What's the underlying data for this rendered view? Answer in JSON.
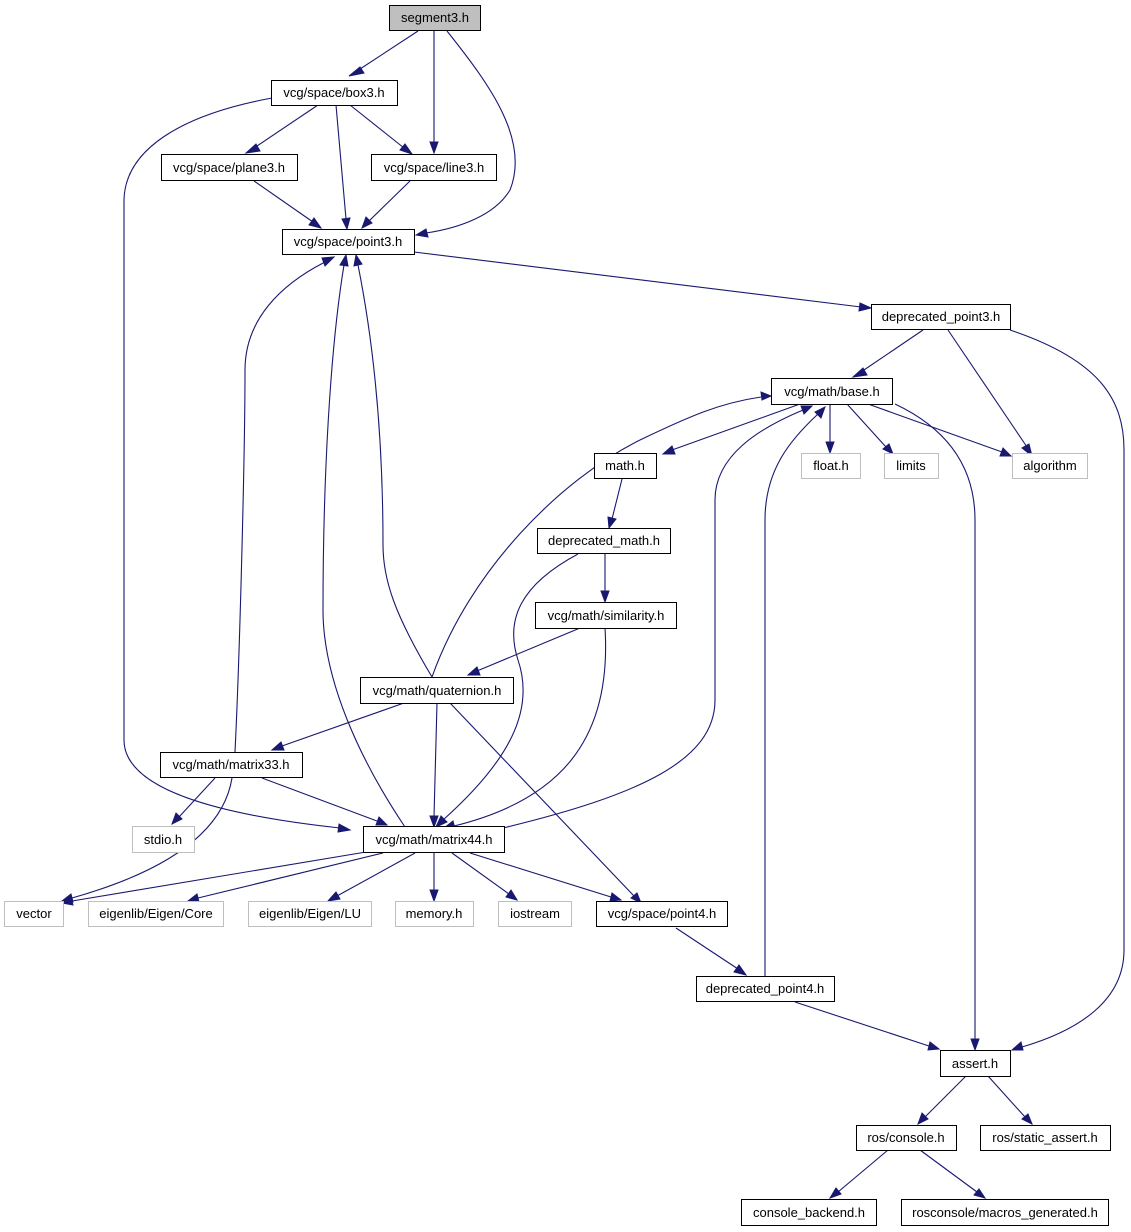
{
  "colors": {
    "edge": "#191970",
    "node_border": "#000000",
    "external_border": "#bfbfbf",
    "root_fill": "#bfbfbf"
  },
  "nodes": {
    "segment3": "segment3.h",
    "box3": "vcg/space/box3.h",
    "plane3": "vcg/space/plane3.h",
    "line3": "vcg/space/line3.h",
    "point3": "vcg/space/point3.h",
    "deprecated_point3": "deprecated_point3.h",
    "base": "vcg/math/base.h",
    "mathh": "math.h",
    "floath": "float.h",
    "limits": "limits",
    "algorithm": "algorithm",
    "deprecated_math": "deprecated_math.h",
    "similarity": "vcg/math/similarity.h",
    "quaternion": "vcg/math/quaternion.h",
    "matrix33": "vcg/math/matrix33.h",
    "stdio": "stdio.h",
    "matrix44": "vcg/math/matrix44.h",
    "vector": "vector",
    "eigen_core": "eigenlib/Eigen/Core",
    "eigen_lu": "eigenlib/Eigen/LU",
    "memory": "memory.h",
    "iostream": "iostream",
    "point4": "vcg/space/point4.h",
    "deprecated_point4": "deprecated_point4.h",
    "assert": "assert.h",
    "ros_console": "ros/console.h",
    "ros_static_assert": "ros/static_assert.h",
    "console_backend": "console_backend.h",
    "macros_generated": "rosconsole/macros_generated.h"
  }
}
